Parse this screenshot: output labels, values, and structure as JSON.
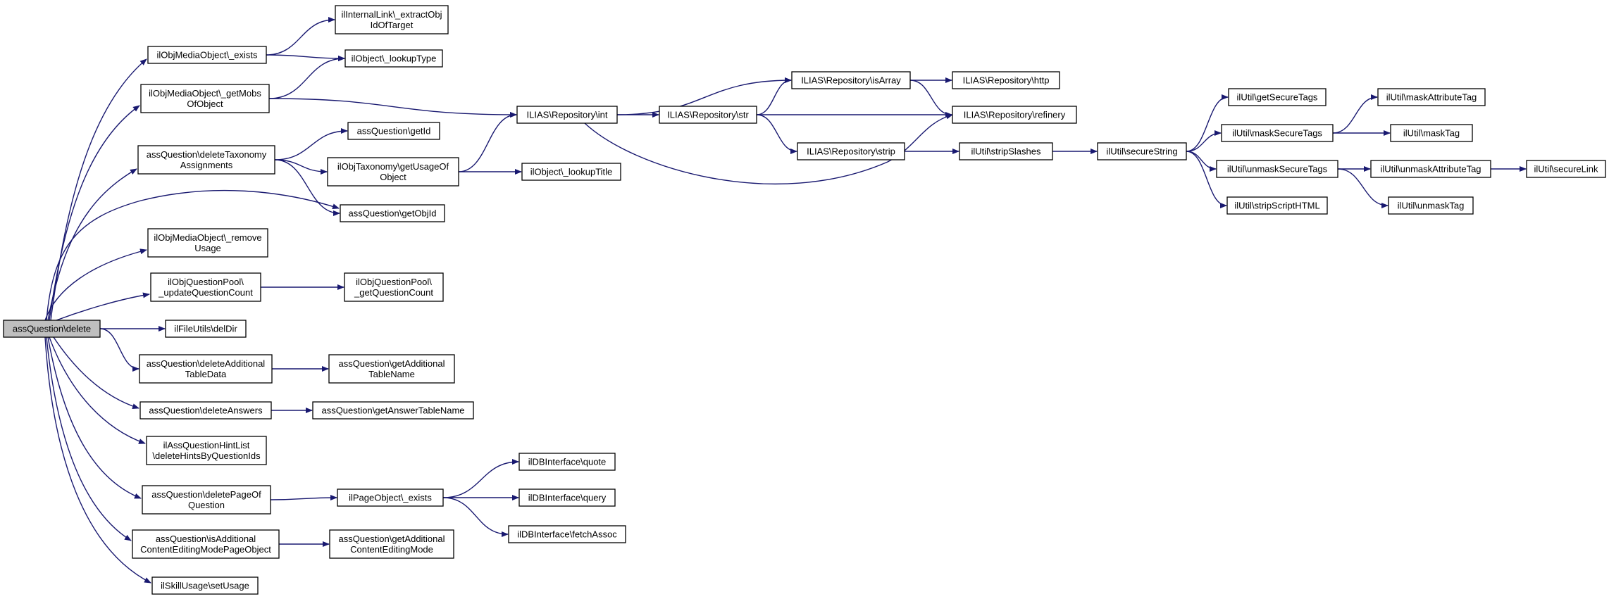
{
  "diagram": {
    "type": "call-graph",
    "colors": {
      "edge": "#191970",
      "root_fill": "#bfbfbf",
      "node_fill": "#ffffff",
      "node_border": "#000000"
    },
    "nodes": [
      {
        "id": "root",
        "lines": [
          "assQuestion\\delete"
        ],
        "root": true
      },
      {
        "id": "mobExists",
        "lines": [
          "ilObjMediaObject\\_exists"
        ]
      },
      {
        "id": "getMobs",
        "lines": [
          "ilObjMediaObject\\_getMobs",
          "OfObject"
        ]
      },
      {
        "id": "delTax",
        "lines": [
          "assQuestion\\deleteTaxonomy",
          "Assignments"
        ]
      },
      {
        "id": "getObjId",
        "lines": [
          "assQuestion\\getObjId"
        ]
      },
      {
        "id": "removeUsage",
        "lines": [
          "ilObjMediaObject\\_remove",
          "Usage"
        ]
      },
      {
        "id": "updQC",
        "lines": [
          "ilObjQuestionPool\\",
          "_updateQuestionCount"
        ]
      },
      {
        "id": "delDir",
        "lines": [
          "ilFileUtils\\delDir"
        ]
      },
      {
        "id": "delAddTD",
        "lines": [
          "assQuestion\\deleteAdditional",
          "TableData"
        ]
      },
      {
        "id": "delAns",
        "lines": [
          "assQuestion\\deleteAnswers"
        ]
      },
      {
        "id": "hintList",
        "lines": [
          "ilAssQuestionHintList",
          "\\deleteHintsByQuestionIds"
        ]
      },
      {
        "id": "delPage",
        "lines": [
          "assQuestion\\deletePageOf",
          "Question"
        ]
      },
      {
        "id": "isAddCE",
        "lines": [
          "assQuestion\\isAdditional",
          "ContentEditingModePageObject"
        ]
      },
      {
        "id": "setUsage",
        "lines": [
          "ilSkillUsage\\setUsage"
        ]
      },
      {
        "id": "extractObj",
        "lines": [
          "ilInternalLink\\_extractObj",
          "IdOfTarget"
        ]
      },
      {
        "id": "lookupType",
        "lines": [
          "ilObject\\_lookupType"
        ]
      },
      {
        "id": "getId",
        "lines": [
          "assQuestion\\getId"
        ]
      },
      {
        "id": "getUsage",
        "lines": [
          "ilObjTaxonomy\\getUsageOf",
          "Object"
        ]
      },
      {
        "id": "getQC",
        "lines": [
          "ilObjQuestionPool\\",
          "_getQuestionCount"
        ]
      },
      {
        "id": "getAddTN",
        "lines": [
          "assQuestion\\getAdditional",
          "TableName"
        ]
      },
      {
        "id": "getAnsTN",
        "lines": [
          "assQuestion\\getAnswerTableName"
        ]
      },
      {
        "id": "pageExists",
        "lines": [
          "ilPageObject\\_exists"
        ]
      },
      {
        "id": "getAddCEM",
        "lines": [
          "assQuestion\\getAdditional",
          "ContentEditingMode"
        ]
      },
      {
        "id": "repoInt",
        "lines": [
          "ILIAS\\Repository\\int"
        ]
      },
      {
        "id": "lookupTitle",
        "lines": [
          "ilObject\\_lookupTitle"
        ]
      },
      {
        "id": "quote",
        "lines": [
          "ilDBInterface\\quote"
        ]
      },
      {
        "id": "query",
        "lines": [
          "ilDBInterface\\query"
        ]
      },
      {
        "id": "fetchAssoc",
        "lines": [
          "ilDBInterface\\fetchAssoc"
        ]
      },
      {
        "id": "repoStr",
        "lines": [
          "ILIAS\\Repository\\str"
        ]
      },
      {
        "id": "isArray",
        "lines": [
          "ILIAS\\Repository\\isArray"
        ]
      },
      {
        "id": "strip",
        "lines": [
          "ILIAS\\Repository\\strip"
        ]
      },
      {
        "id": "http",
        "lines": [
          "ILIAS\\Repository\\http"
        ]
      },
      {
        "id": "refinery",
        "lines": [
          "ILIAS\\Repository\\refinery"
        ]
      },
      {
        "id": "stripSlashes",
        "lines": [
          "ilUtil\\stripSlashes"
        ]
      },
      {
        "id": "secureString",
        "lines": [
          "ilUtil\\secureString"
        ]
      },
      {
        "id": "getSecureTags",
        "lines": [
          "ilUtil\\getSecureTags"
        ]
      },
      {
        "id": "maskSecureTags",
        "lines": [
          "ilUtil\\maskSecureTags"
        ]
      },
      {
        "id": "unmaskSecureTags",
        "lines": [
          "ilUtil\\unmaskSecureTags"
        ]
      },
      {
        "id": "stripScript",
        "lines": [
          "ilUtil\\stripScriptHTML"
        ]
      },
      {
        "id": "maskAttr",
        "lines": [
          "ilUtil\\maskAttributeTag"
        ]
      },
      {
        "id": "maskTag",
        "lines": [
          "ilUtil\\maskTag"
        ]
      },
      {
        "id": "unmaskAttr",
        "lines": [
          "ilUtil\\unmaskAttributeTag"
        ]
      },
      {
        "id": "unmaskTag",
        "lines": [
          "ilUtil\\unmaskTag"
        ]
      },
      {
        "id": "secureLink",
        "lines": [
          "ilUtil\\secureLink"
        ]
      }
    ],
    "edges": [
      [
        "root",
        "mobExists"
      ],
      [
        "root",
        "getMobs"
      ],
      [
        "root",
        "delTax"
      ],
      [
        "root",
        "getObjId"
      ],
      [
        "root",
        "removeUsage"
      ],
      [
        "root",
        "updQC"
      ],
      [
        "root",
        "delDir"
      ],
      [
        "root",
        "delAddTD"
      ],
      [
        "root",
        "delAns"
      ],
      [
        "root",
        "hintList"
      ],
      [
        "root",
        "delPage"
      ],
      [
        "root",
        "isAddCE"
      ],
      [
        "root",
        "setUsage"
      ],
      [
        "mobExists",
        "extractObj"
      ],
      [
        "mobExists",
        "lookupType"
      ],
      [
        "getMobs",
        "lookupType"
      ],
      [
        "getMobs",
        "repoInt"
      ],
      [
        "delTax",
        "getId"
      ],
      [
        "delTax",
        "getUsage"
      ],
      [
        "delTax",
        "getObjId"
      ],
      [
        "getUsage",
        "repoInt"
      ],
      [
        "getUsage",
        "lookupTitle"
      ],
      [
        "updQC",
        "getQC"
      ],
      [
        "delAddTD",
        "getAddTN"
      ],
      [
        "delAns",
        "getAnsTN"
      ],
      [
        "delPage",
        "pageExists"
      ],
      [
        "pageExists",
        "quote"
      ],
      [
        "pageExists",
        "query"
      ],
      [
        "pageExists",
        "fetchAssoc"
      ],
      [
        "isAddCE",
        "getAddCEM"
      ],
      [
        "repoInt",
        "isArray"
      ],
      [
        "repoInt",
        "repoStr"
      ],
      [
        "repoInt",
        "refinery"
      ],
      [
        "repoStr",
        "isArray"
      ],
      [
        "repoStr",
        "refinery"
      ],
      [
        "repoStr",
        "strip"
      ],
      [
        "isArray",
        "http"
      ],
      [
        "isArray",
        "refinery"
      ],
      [
        "strip",
        "stripSlashes"
      ],
      [
        "stripSlashes",
        "secureString"
      ],
      [
        "secureString",
        "getSecureTags"
      ],
      [
        "secureString",
        "maskSecureTags"
      ],
      [
        "secureString",
        "unmaskSecureTags"
      ],
      [
        "secureString",
        "stripScript"
      ],
      [
        "maskSecureTags",
        "maskAttr"
      ],
      [
        "maskSecureTags",
        "maskTag"
      ],
      [
        "unmaskSecureTags",
        "unmaskAttr"
      ],
      [
        "unmaskSecureTags",
        "unmaskTag"
      ],
      [
        "unmaskAttr",
        "secureLink"
      ]
    ]
  }
}
